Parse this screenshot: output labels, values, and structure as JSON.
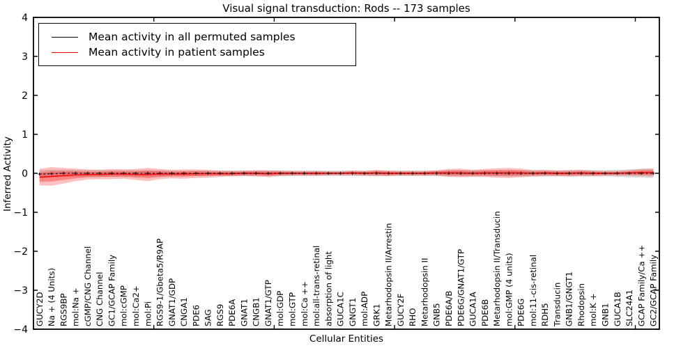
{
  "chart_data": {
    "type": "line",
    "title": "Visual signal transduction: Rods -- 173 samples",
    "xlabel": "Cellular Entities",
    "ylabel": "Inferred Activity",
    "ylim": [
      -4,
      4
    ],
    "yticks": [
      4,
      3,
      2,
      1,
      0,
      -1,
      -2,
      -3,
      -4
    ],
    "xticks_numeric": [
      10,
      20,
      30,
      40,
      50
    ],
    "grid": false,
    "legend_position": "upper left",
    "categories": [
      "GUCY2D",
      "Na + (4 Units)",
      "RGS9BP",
      "mol:Na +",
      "cGMP/CNG Channel",
      "CNG Channel",
      "GC1/GCAP Family",
      "mol:cGMP",
      "mol:Ca2+",
      "mol:Pi",
      "RGS9-1/Gbeta5/R9AP",
      "GNAT1/GDP",
      "CNGA1",
      "PDE6",
      "SAG",
      "RGS9",
      "PDE6A",
      "GNAT1",
      "CNGB1",
      "GNAT1/GTP",
      "mol:GDP",
      "mol:GTP",
      "mol:Ca ++",
      "mol:all-trans-retinal",
      "absorption of light",
      "GUCA1C",
      "GNGT1",
      "mol:ADP",
      "GRK1",
      "Metarhodopsin II/Arrestin",
      "GUCY2F",
      "RHO",
      "Metarhodopsin II",
      "GNB5",
      "PDE6A/B",
      "PDE6G/GNAT1/GTP",
      "GUCA1A",
      "PDE6B",
      "Metarhodopsin II/Transducin",
      "mol:GMP (4 units)",
      "PDE6G",
      "mol:11-cis-retinal",
      "RDH5",
      "Transducin",
      "GNB1/GNGT1",
      "Rhodopsin",
      "mol:K +",
      "GNB1",
      "GUCA1B",
      "SLC24A1",
      "GCAP Family/Ca ++",
      "GC2/GCAP Family"
    ],
    "series": [
      {
        "name": "Mean activity in all permuted samples",
        "color": "#000000",
        "band_color": "#000000",
        "band_opacity": 0.15,
        "values": [
          -0.02,
          -0.01,
          0,
          0,
          0,
          0,
          0,
          0,
          0,
          0,
          0,
          0,
          0,
          0,
          0,
          0,
          0,
          0,
          0,
          0,
          0,
          0,
          0,
          0,
          0,
          0,
          0,
          0,
          0,
          0,
          0,
          0,
          0,
          0,
          0,
          0,
          0,
          0,
          0,
          0,
          0,
          0,
          0,
          0,
          0,
          0,
          0,
          0,
          0,
          0,
          0,
          0
        ],
        "band_half": [
          0.1,
          0.1,
          0.09,
          0.09,
          0.08,
          0.08,
          0.08,
          0.08,
          0.08,
          0.08,
          0.08,
          0.07,
          0.07,
          0.07,
          0.07,
          0.07,
          0.07,
          0.07,
          0.07,
          0.07,
          0.07,
          0.07,
          0.07,
          0.07,
          0.07,
          0.07,
          0.07,
          0.07,
          0.07,
          0.07,
          0.07,
          0.07,
          0.07,
          0.07,
          0.08,
          0.08,
          0.08,
          0.08,
          0.08,
          0.08,
          0.08,
          0.08,
          0.08,
          0.08,
          0.08,
          0.08,
          0.08,
          0.08,
          0.09,
          0.1,
          0.11,
          0.12
        ]
      },
      {
        "name": "Mean activity in patient samples",
        "color": "#ff0000",
        "band_color": "#ff0000",
        "band_opacity": 0.25,
        "values": [
          -0.1,
          -0.08,
          -0.06,
          -0.04,
          -0.03,
          -0.03,
          -0.02,
          -0.02,
          -0.03,
          -0.03,
          -0.02,
          -0.02,
          -0.02,
          -0.01,
          -0.01,
          -0.01,
          -0.01,
          0,
          0,
          -0.01,
          0,
          0,
          0,
          0,
          0,
          0,
          0.01,
          0,
          0.01,
          0,
          0,
          0,
          0,
          0.01,
          0.01,
          0.01,
          0,
          0.01,
          0.01,
          0.01,
          0.01,
          0,
          0.01,
          0,
          0,
          0.01,
          0,
          0,
          0,
          0.01,
          0.02,
          0.02
        ],
        "band_half": [
          0.21,
          0.24,
          0.2,
          0.16,
          0.13,
          0.12,
          0.13,
          0.12,
          0.14,
          0.17,
          0.13,
          0.11,
          0.12,
          0.11,
          0.1,
          0.08,
          0.07,
          0.07,
          0.08,
          0.09,
          0.07,
          0.06,
          0.06,
          0.06,
          0.05,
          0.05,
          0.06,
          0.06,
          0.08,
          0.07,
          0.06,
          0.06,
          0.06,
          0.07,
          0.1,
          0.11,
          0.09,
          0.1,
          0.12,
          0.13,
          0.11,
          0.08,
          0.08,
          0.07,
          0.08,
          0.08,
          0.07,
          0.06,
          0.06,
          0.07,
          0.09,
          0.1
        ]
      }
    ]
  },
  "legend": {
    "items": [
      {
        "label": "Mean activity in all permuted samples",
        "color": "#000000"
      },
      {
        "label": "Mean activity in patient samples",
        "color": "#ff0000"
      }
    ]
  }
}
